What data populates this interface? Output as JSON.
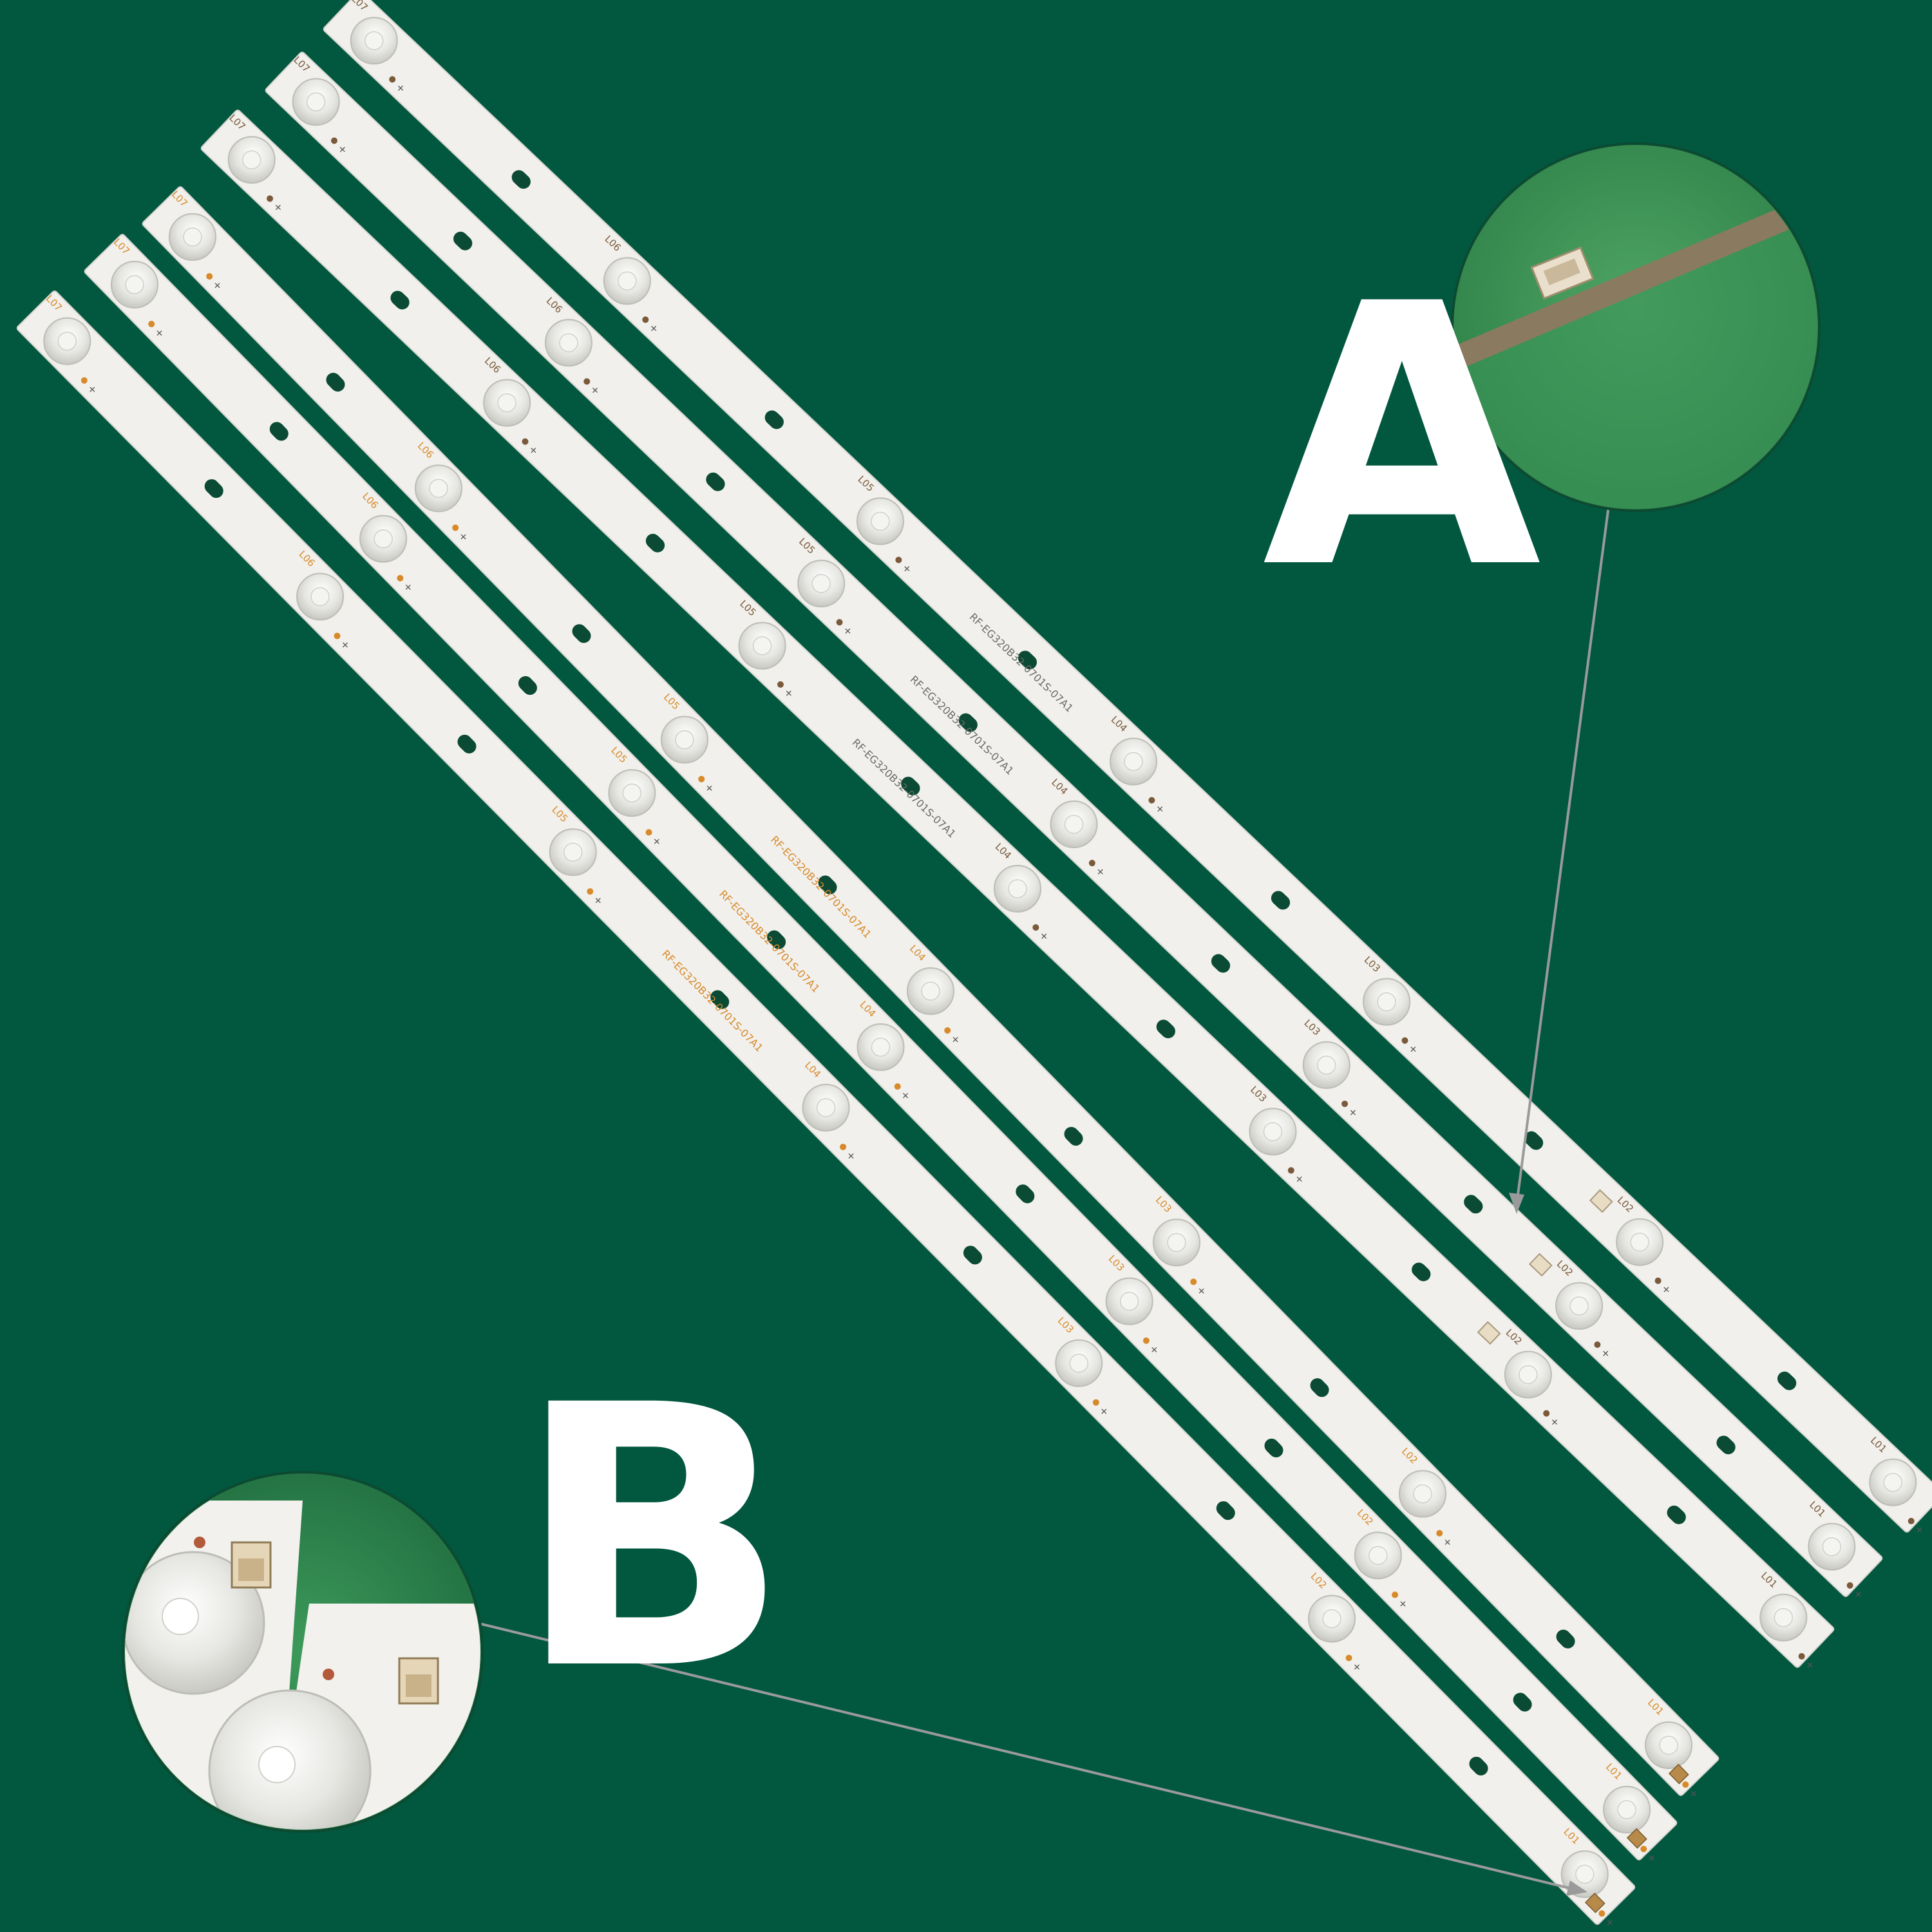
{
  "callouts": {
    "a": {
      "label": "A"
    },
    "b": {
      "label": "B"
    }
  },
  "strip_part_number": "RF-EG320B32-0701S-07A1",
  "led_labels": [
    "L07",
    "L06",
    "L05",
    "L04",
    "L03",
    "L02",
    "L01"
  ],
  "colors": {
    "background": "#02573f",
    "strip": "#f1f0ec",
    "lens": "#dcdcd8",
    "pointer_line": "#9a9a9a",
    "label_orange": "#d88a2a",
    "label_brown": "#7a5a3a"
  }
}
